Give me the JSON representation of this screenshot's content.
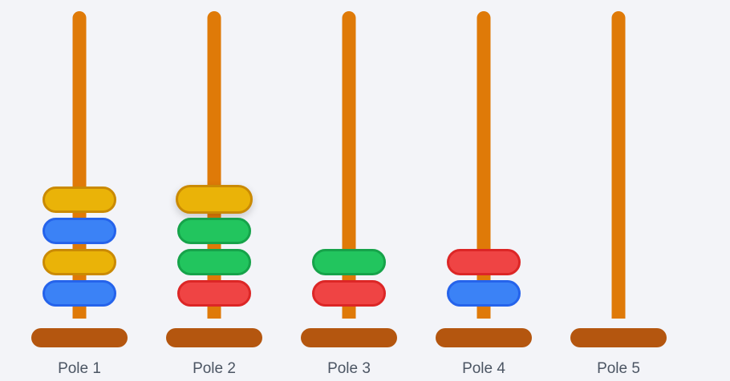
{
  "colors": {
    "pole": "#df7a08",
    "base": "#b4560f",
    "background": "#f3f4f8",
    "label": "#4b5563",
    "disk_fill": {
      "yellow": "#eab308",
      "blue": "#3b82f6",
      "green": "#22c55e",
      "red": "#ef4444"
    },
    "disk_border": {
      "yellow": "#ca8a04",
      "blue": "#2563eb",
      "green": "#16a34a",
      "red": "#dc2626"
    }
  },
  "poles": [
    {
      "label": "Pole 1",
      "disks_top_to_bottom": [
        "yellow",
        "blue",
        "yellow",
        "blue"
      ],
      "top_lifted": false
    },
    {
      "label": "Pole 2",
      "disks_top_to_bottom": [
        "yellow",
        "green",
        "green",
        "red"
      ],
      "top_lifted": true
    },
    {
      "label": "Pole 3",
      "disks_top_to_bottom": [
        "green",
        "red"
      ],
      "top_lifted": false
    },
    {
      "label": "Pole 4",
      "disks_top_to_bottom": [
        "red",
        "blue"
      ],
      "top_lifted": false
    },
    {
      "label": "Pole 5",
      "disks_top_to_bottom": [],
      "top_lifted": false
    }
  ]
}
